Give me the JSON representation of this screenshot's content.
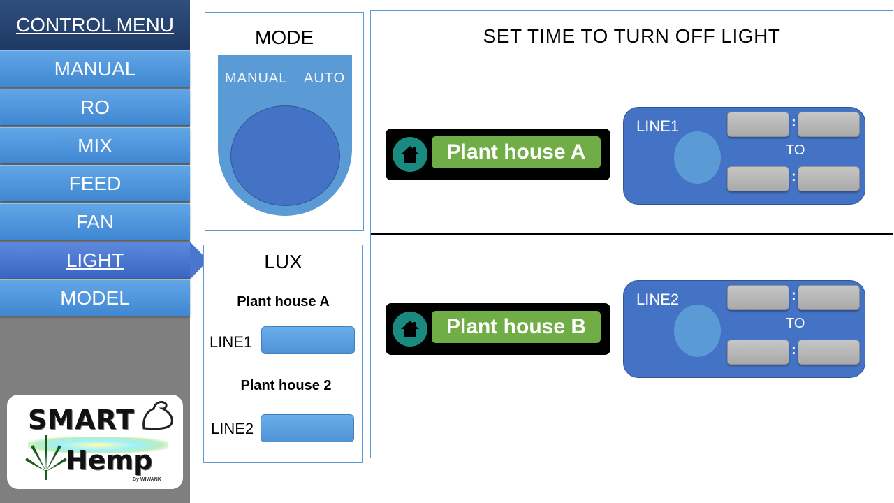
{
  "sidebar": {
    "title": "CONTROL MENU",
    "items": [
      {
        "label": "MANUAL"
      },
      {
        "label": "RO"
      },
      {
        "label": "MIX"
      },
      {
        "label": "FEED"
      },
      {
        "label": "FAN"
      },
      {
        "label": "LIGHT",
        "active": true
      },
      {
        "label": "MODEL"
      }
    ]
  },
  "logo": {
    "line1": "SMART",
    "line2": "Hemp",
    "byline": "By WIWANK"
  },
  "mode": {
    "title": "MODE",
    "manual_label": "MANUAL",
    "auto_label": "AUTO"
  },
  "lux": {
    "title": "LUX",
    "house_a": "Plant house A",
    "line1": "LINE1",
    "house_2": "Plant house 2",
    "line2": "LINE2"
  },
  "main": {
    "title": "SET TIME TO TURN OFF LIGHT",
    "sections": [
      {
        "house": "Plant house A",
        "line": "LINE1",
        "to": "TO"
      },
      {
        "house": "Plant house B",
        "line": "LINE2",
        "to": "TO"
      }
    ]
  },
  "colors": {
    "sidebar_bg": "#7f7f7f",
    "menu_blue": "#4f93d8",
    "active_blue": "#4a76cf",
    "panel_blue": "#4472c4",
    "badge_green": "#70ad47",
    "icon_teal": "#1a8a80"
  }
}
